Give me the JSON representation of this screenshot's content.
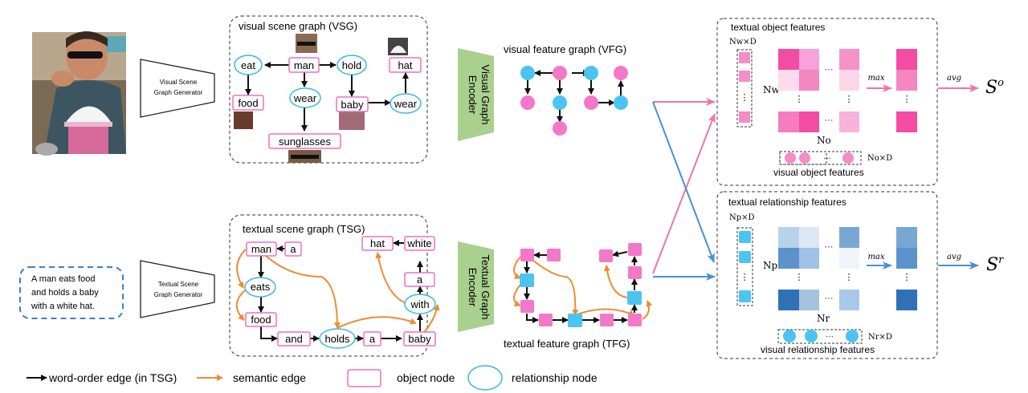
{
  "input": {
    "image_alt": "photo of a man wearing sunglasses eating food while holding a baby in a white hat",
    "sentence": [
      "A man eats food",
      "and holds a baby",
      "with a white hat."
    ]
  },
  "generators": {
    "visual": [
      "Visual Scene",
      "Graph Generator"
    ],
    "textual": [
      "Textual Scene",
      "Graph Generator"
    ]
  },
  "encoders": {
    "visual": [
      "Visual Graph",
      "Encoder"
    ],
    "textual": [
      "Textual Graph",
      "Encoder"
    ]
  },
  "vsg": {
    "title": "visual scene graph (VSG)",
    "object_nodes": [
      "man",
      "food",
      "baby",
      "hat",
      "sunglasses"
    ],
    "relationship_nodes": [
      "eat",
      "hold",
      "wear",
      "wear"
    ],
    "labels": {
      "man": "man",
      "eat": "eat",
      "hold": "hold",
      "hat": "hat",
      "food": "food",
      "wear1": "wear",
      "baby": "baby",
      "wear2": "wear",
      "sunglasses": "sunglasses"
    }
  },
  "vfg": {
    "title": "visual feature graph (VFG)"
  },
  "tsg": {
    "title": "textual scene graph (TSG)",
    "labels": {
      "man": "man",
      "a1": "a",
      "eats": "eats",
      "food": "food",
      "and": "and",
      "holds": "holds",
      "a2": "a",
      "baby": "baby",
      "with": "with",
      "a3": "a",
      "white": "white",
      "hat": "hat"
    }
  },
  "tfg": {
    "title": "textual feature graph (TFG)"
  },
  "object_branch": {
    "title": "textual object features",
    "text_dim": "Nw×D",
    "row_label": "Nw",
    "col_label": "No",
    "visual_dim": "No×D",
    "visual_caption": "visual object features",
    "max_label": "max",
    "avg_label": "avg",
    "score": "S",
    "score_sup": "o",
    "color": "#f06aa8"
  },
  "relation_branch": {
    "title": "textual relationship features",
    "text_dim": "Np×D",
    "row_label": "Np",
    "col_label": "Nr",
    "visual_dim": "Nr×D",
    "visual_caption": "visual relationship features",
    "max_label": "max",
    "avg_label": "avg",
    "score": "S",
    "score_sup": "r",
    "color": "#4a8fd6"
  },
  "legend": {
    "word_order": "word-order edge (in TSG)",
    "semantic": "semantic edge",
    "object": "object node",
    "relationship": "relationship node"
  },
  "colors": {
    "object_border": "#f06ec0",
    "relationship_border": "#35b9ec",
    "semantic_edge": "#ee8a33",
    "pink_node": "#f478c8",
    "blue_node": "#4cc4f2",
    "encoder_fill": "#a9d08e",
    "input_text_border": "#3a7fc8"
  }
}
